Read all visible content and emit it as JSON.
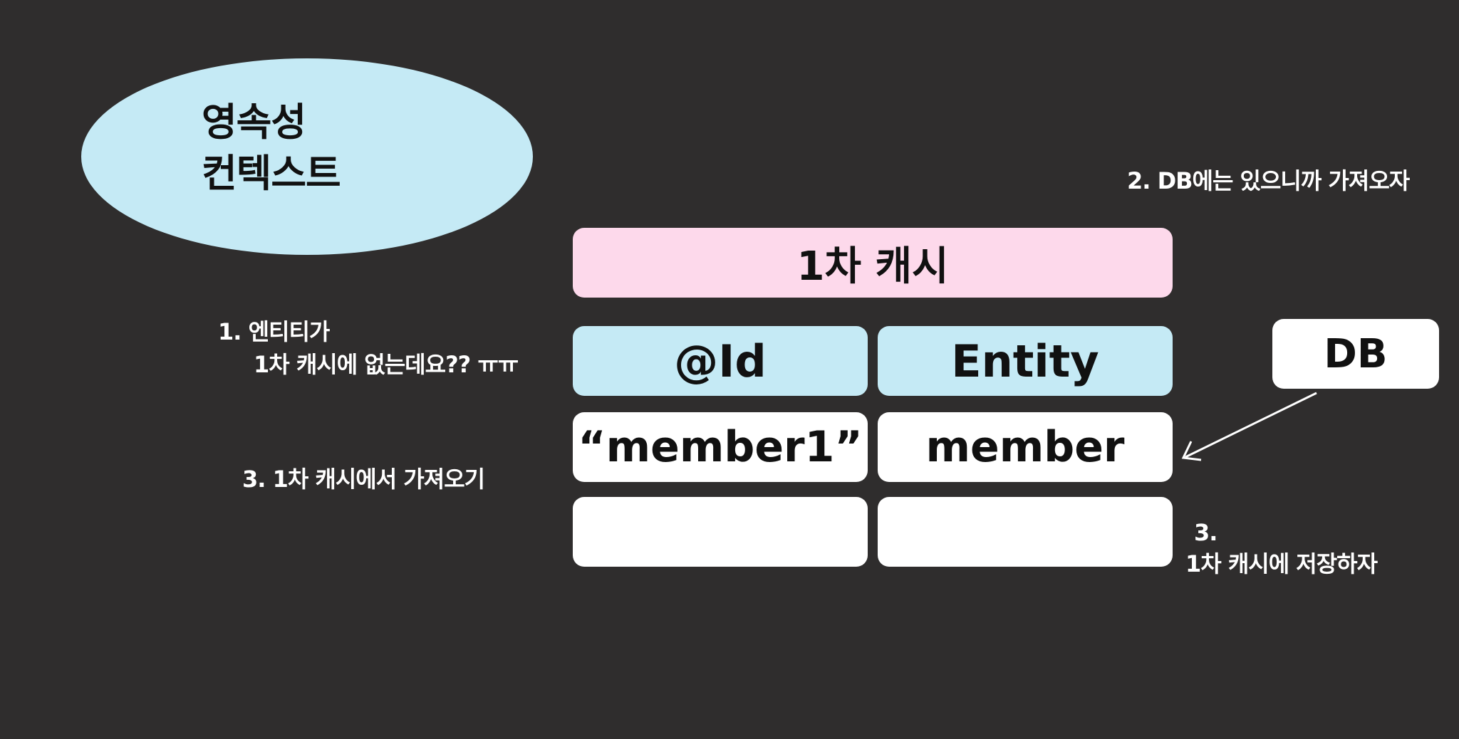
{
  "persistence_context": {
    "label": "영속성\n컨텍스트"
  },
  "cache": {
    "title": "1차 캐시",
    "columns": [
      "@Id",
      "Entity"
    ],
    "rows": [
      {
        "id": "“member1”",
        "entity": "member"
      },
      {
        "id": "",
        "entity": ""
      }
    ]
  },
  "db": {
    "label": "DB"
  },
  "notes": {
    "step1_line1": "1.  엔티티가",
    "step1_line2": "1차 캐시에 없는데요?? ㅠㅠ",
    "step2": "2.  DB에는 있으니까 가져오자",
    "step3_left": "3.  1차 캐시에서  가져오기",
    "step3_right_line1": "3.",
    "step3_right_line2": "1차 캐시에 저장하자"
  },
  "colors": {
    "background": "#2f2d2d",
    "context_blue": "#c5eaf5",
    "cache_pink": "#fdd9eb",
    "cell_white": "#ffffff",
    "text_dark": "#111111",
    "text_light": "#ffffff"
  }
}
